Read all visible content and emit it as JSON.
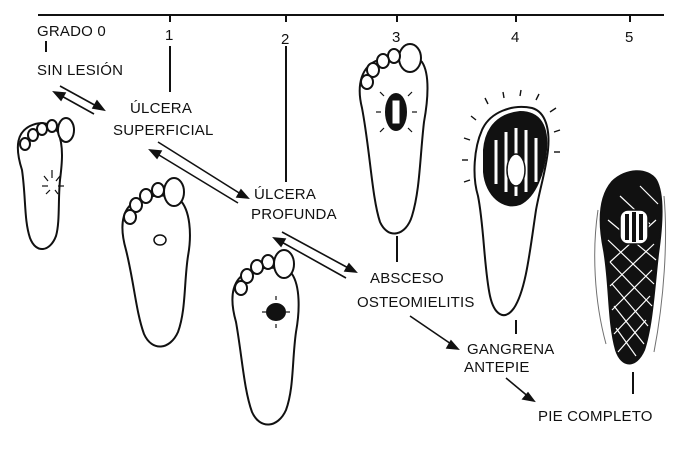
{
  "grades": [
    "GRADO 0",
    "1",
    "2",
    "3",
    "4",
    "5"
  ],
  "stages": {
    "g0": [
      "SIN LESIÓN"
    ],
    "g1": [
      "ÚLCERA",
      "SUPERFICIAL"
    ],
    "g2": [
      "ÚLCERA",
      "PROFUNDA"
    ],
    "g3": [
      "ABSCESO",
      "OSTEOMIELITIS"
    ],
    "g4": [
      "GANGRENA",
      "ANTEPIE"
    ],
    "g5": [
      "PIE COMPLETO"
    ]
  },
  "colors": {
    "ink": "#111111",
    "paper": "#ffffff"
  }
}
